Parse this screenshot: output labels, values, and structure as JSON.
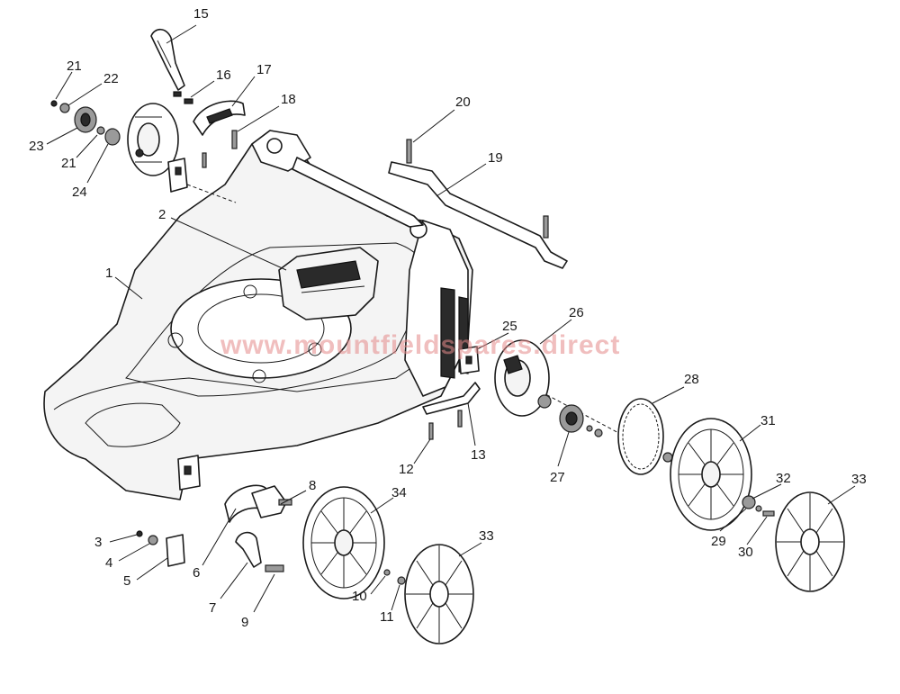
{
  "watermark": "www.mountfieldspares.direct",
  "callouts": {
    "c1": "1",
    "c2": "2",
    "c3": "3",
    "c4": "4",
    "c5": "5",
    "c6": "6",
    "c7": "7",
    "c8": "8",
    "c9": "9",
    "c10": "10",
    "c11": "11",
    "c12": "12",
    "c13": "13",
    "c15": "15",
    "c16": "16",
    "c17": "17",
    "c18": "18",
    "c19": "19",
    "c20": "20",
    "c21a": "21",
    "c21b": "21",
    "c22": "22",
    "c23": "23",
    "c24": "24",
    "c25": "25",
    "c26": "26",
    "c27": "27",
    "c28": "28",
    "c29": "29",
    "c30": "30",
    "c31": "31",
    "c32": "32",
    "c33a": "33",
    "c33b": "33",
    "c34": "34"
  }
}
